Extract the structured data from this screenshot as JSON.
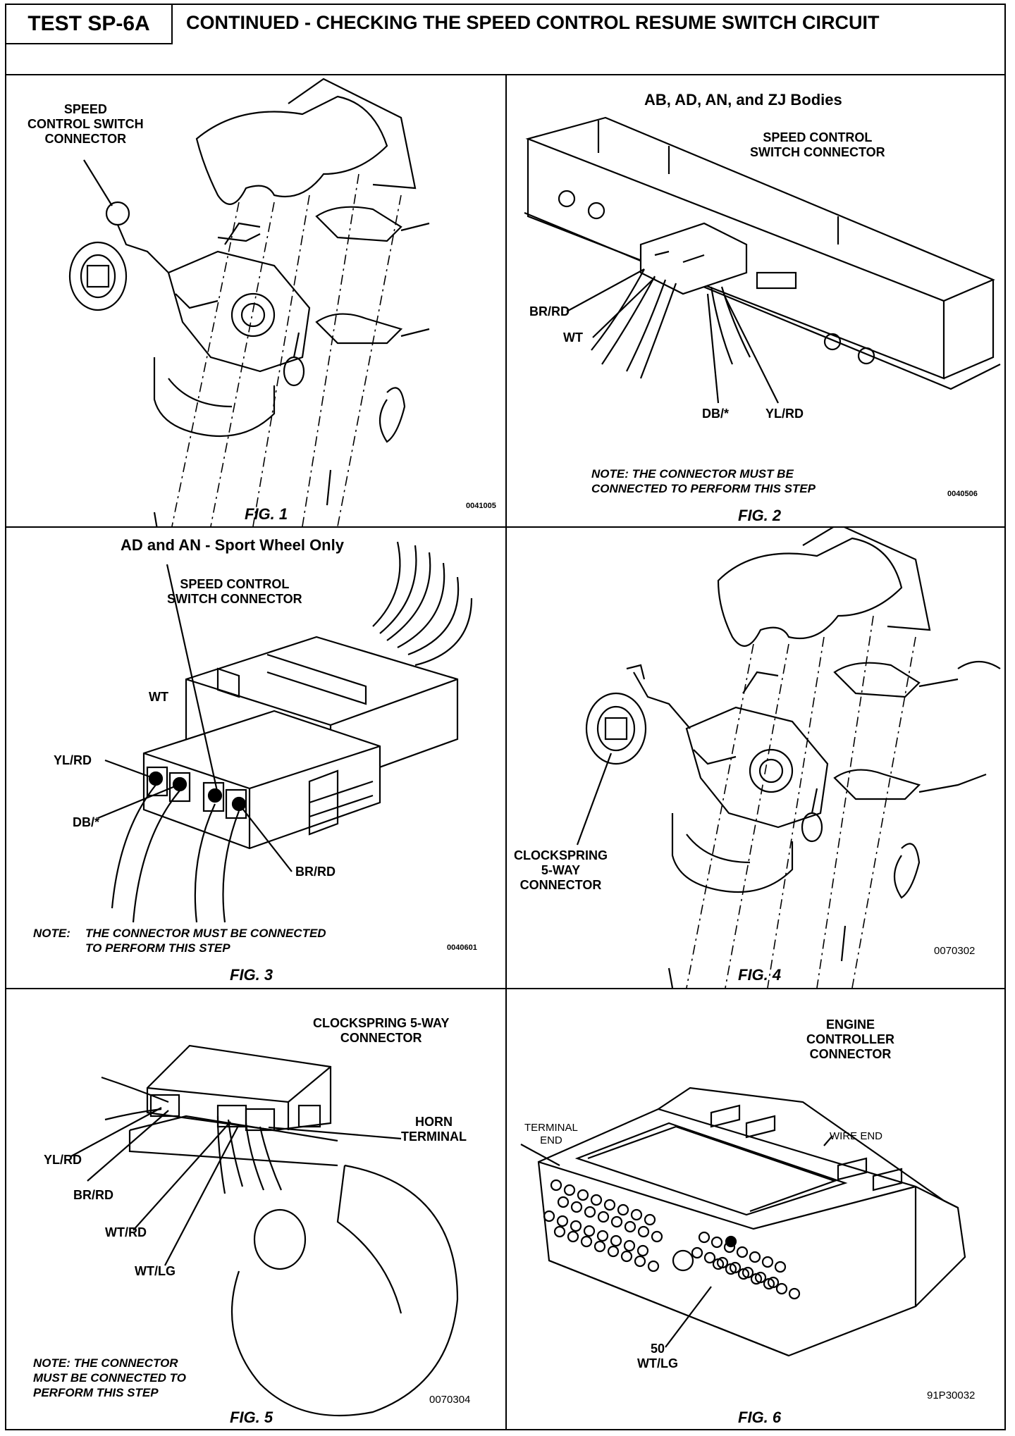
{
  "header": {
    "test_id": "TEST SP-6A",
    "title": "CONTINUED - CHECKING THE SPEED CONTROL RESUME SWITCH CIRCUIT"
  },
  "fig1": {
    "caption": "FIG. 1",
    "label_connector": "SPEED\nCONTROL SWITCH\nCONNECTOR",
    "code": "0041005"
  },
  "fig2": {
    "caption": "FIG. 2",
    "subtitle": "AB, AD, AN, and ZJ Bodies",
    "label_connector": "SPEED CONTROL\nSWITCH CONNECTOR",
    "wires": [
      "BR/RD",
      "WT",
      "DB/*",
      "YL/RD"
    ],
    "note": "NOTE: THE CONNECTOR MUST BE\nCONNECTED TO PERFORM THIS STEP",
    "code": "0040506"
  },
  "fig3": {
    "caption": "FIG. 3",
    "subtitle": "AD and AN - Sport Wheel Only",
    "label_connector": "SPEED CONTROL\nSWITCH CONNECTOR",
    "wires": [
      "WT",
      "YL/RD",
      "DB/*",
      "BR/RD"
    ],
    "note_head": "NOTE:",
    "note": "THE CONNECTOR MUST BE CONNECTED\nTO PERFORM THIS STEP",
    "code": "0040601"
  },
  "fig4": {
    "caption": "FIG. 4",
    "label_connector": "CLOCKSPRING\n5-WAY\nCONNECTOR",
    "code": "0070302"
  },
  "fig5": {
    "caption": "FIG. 5",
    "label_connector": "CLOCKSPRING 5-WAY\nCONNECTOR",
    "label_horn": "HORN\nTERMINAL",
    "wires": [
      "YL/RD",
      "BR/RD",
      "WT/RD",
      "WT/LG"
    ],
    "note": "NOTE: THE CONNECTOR\nMUST BE CONNECTED TO\nPERFORM THIS STEP",
    "code": "0070304"
  },
  "fig6": {
    "caption": "FIG. 6",
    "label_connector": "ENGINE\nCONTROLLER\nCONNECTOR",
    "label_terminal_end": "TERMINAL\nEND",
    "label_wire_end": "WIRE END",
    "pin_label": "50\nWT/LG",
    "code": "91P30032"
  }
}
